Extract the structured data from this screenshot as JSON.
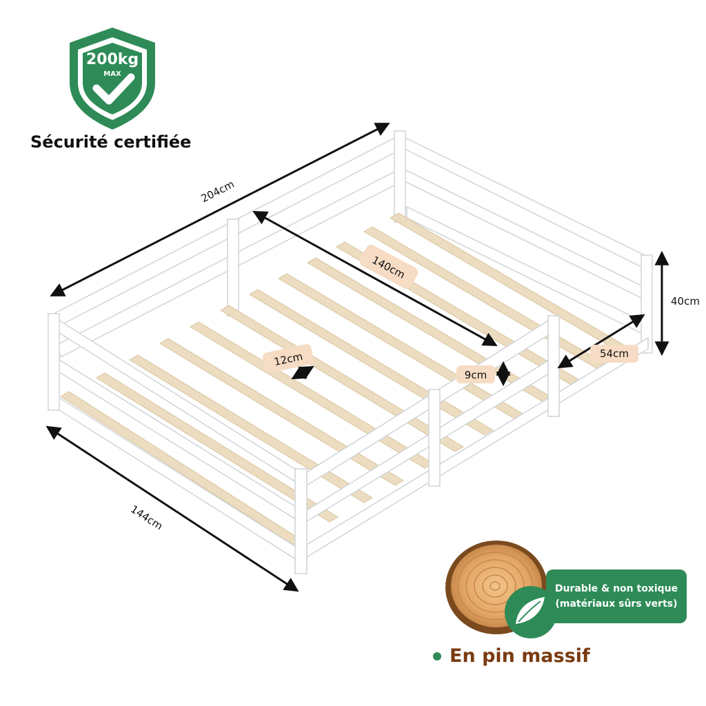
{
  "badge": {
    "load": "200kg",
    "load_sub": "MAX",
    "title": "Sécurité certifiée",
    "color": "#2e8b57"
  },
  "dimensions": {
    "length": "204cm",
    "inner_length": "140cm",
    "height": "40cm",
    "gap": "54cm",
    "slat_spacing": "12cm",
    "slat_height": "9cm",
    "width": "144cm"
  },
  "material": {
    "pill_line1": "Durable & non toxique",
    "pill_line2": "(matériaux sûrs verts)",
    "name": "En pin massif",
    "accent": "#2e8b57",
    "text_color": "#7a3a10"
  }
}
